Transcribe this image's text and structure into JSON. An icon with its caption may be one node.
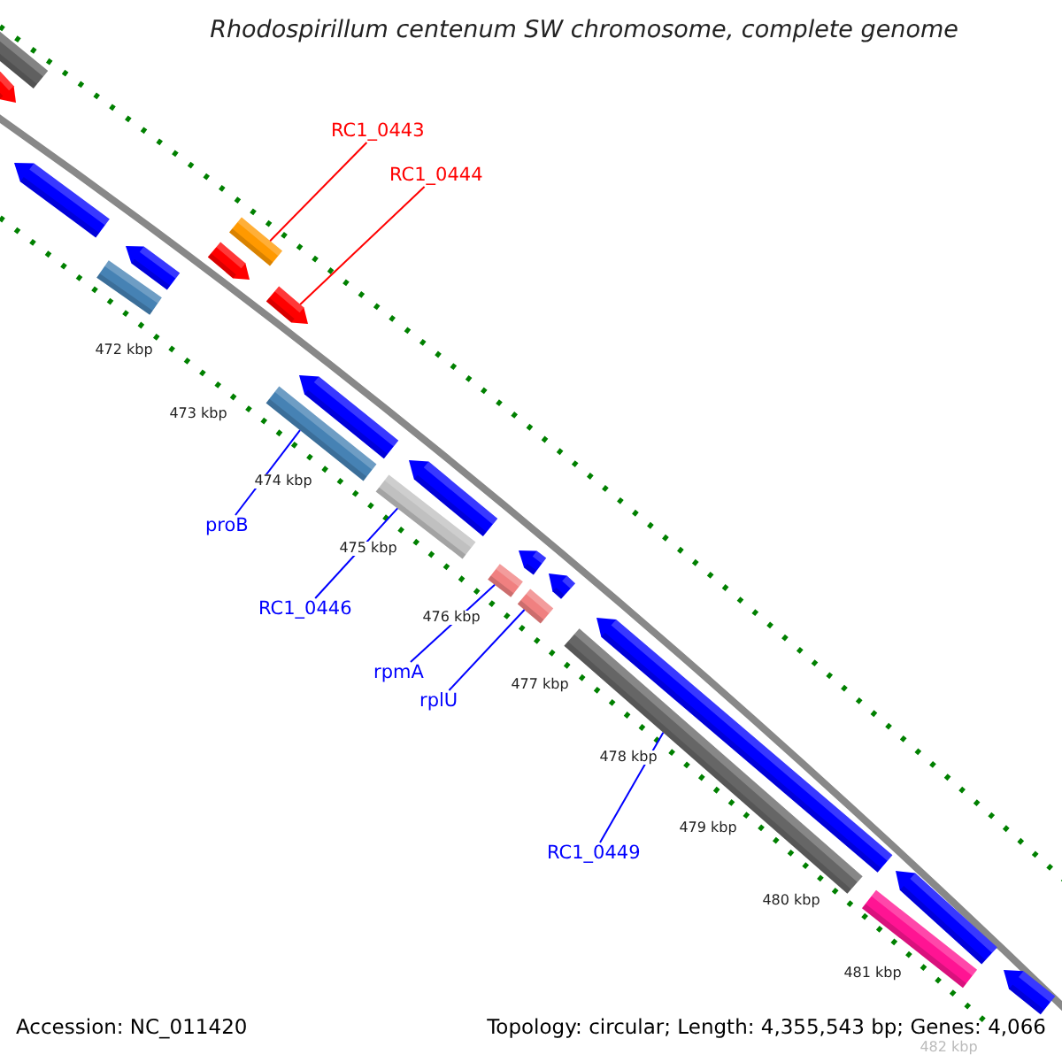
{
  "diagram": {
    "title": "Rhodospirillum centenum SW chromosome, complete genome",
    "nodes": [
      {
        "text": [
          "RC1_0443"
        ]
      },
      {
        "text": [
          "RC1_0444"
        ]
      },
      {
        "text": [
          "proB"
        ]
      },
      {
        "text": [
          "RC1_0446"
        ]
      },
      {
        "text": [
          "rpmA"
        ]
      },
      {
        "text": [
          "rplU"
        ]
      },
      {
        "text": [
          "RC1_0449"
        ]
      },
      {
        "text": [],
        "shape": "bar"
      },
      {
        "text": [],
        "shape": "bar"
      },
      {
        "text": [],
        "shape": "bar"
      },
      {
        "text": [],
        "shape": "bar"
      },
      {
        "text": [],
        "shape": "bar"
      },
      {
        "text": [],
        "shape": "bar"
      },
      {
        "text": [],
        "shape": "bar"
      }
    ],
    "edges": [
      {
        "from": 0,
        "to": 7,
        "arrow": "none",
        "color": "#ff0000"
      },
      {
        "from": 1,
        "to": 8,
        "arrow": "none",
        "color": "#ff0000"
      },
      {
        "from": 2,
        "to": 9,
        "arrow": "none"
      },
      {
        "from": 3,
        "to": 10,
        "arrow": "none"
      },
      {
        "from": 4,
        "to": 11,
        "arrow": "none"
      },
      {
        "from": 5,
        "to": 12,
        "arrow": "none"
      },
      {
        "from": 6,
        "to": 13,
        "arrow": "none"
      }
    ],
    "labels": [
      "472 kbp",
      "473 kbp",
      "474 kbp",
      "475 kbp",
      "476 kbp",
      "477 kbp",
      "478 kbp",
      "479 kbp",
      "480 kbp",
      "481 kbp",
      "482 kbp",
      "Accession: NC_011420",
      "Topology: circular; Length: 4,355,543 bp; Genes: 4,066"
    ]
  }
}
